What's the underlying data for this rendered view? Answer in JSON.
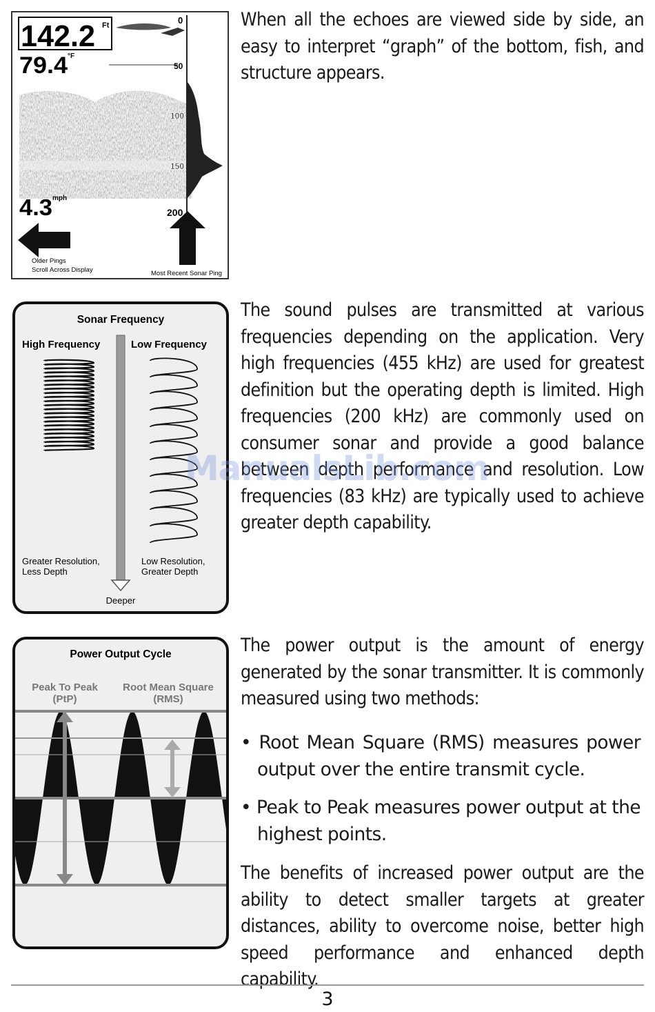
{
  "figure1": {
    "depth_reading": "142.2",
    "depth_unit": "Ft",
    "temperature_reading": "79.4",
    "temperature_unit": "°F",
    "speed_reading": "4.3",
    "speed_unit": "mph",
    "scale_labels": [
      "0",
      "50",
      "100",
      "150",
      "200"
    ],
    "left_caption_line1": "Older Pings",
    "left_caption_line2": "Scroll Across Display",
    "right_caption": "Most Recent Sonar Ping"
  },
  "figure2": {
    "title": "Sonar Frequency",
    "left_heading": "High Frequency",
    "right_heading": "Low Frequency",
    "left_caption_line1": "Greater Resolution,",
    "left_caption_line2": "Less Depth",
    "right_caption_line1": "Low Resolution,",
    "right_caption_line2": "Greater Depth",
    "bottom_label": "Deeper"
  },
  "figure3": {
    "title": "Power Output Cycle",
    "left_heading_line1": "Peak To Peak",
    "left_heading_line2": "(PtP)",
    "right_heading_line1": "Root Mean Square",
    "right_heading_line2": "(RMS)"
  },
  "text": {
    "para1": "When all the echoes are viewed side by side, an easy to interpret “graph” of the bottom, fish, and structure appears.",
    "para2": "The sound pulses are transmitted at various frequencies depending on the application. Very high frequencies (455 kHz) are used for greatest definition but the operating depth is limited. High frequencies (200 kHz) are commonly used on consumer sonar and provide a good balance between depth performance and resolution. Low frequencies (83 kHz) are typically used to achieve greater depth capability.",
    "para3": "The power output is the amount of energy generated by the sonar transmitter. It is commonly measured using two methods:",
    "bullet1": "• Root Mean Square (RMS) measures power output over the entire transmit cycle.",
    "bullet2": "• Peak to Peak measures power output at the highest points.",
    "para4": "The benefits of increased power output are the ability to detect smaller targets at greater distances, ability to overcome noise, better high speed performance and enhanced depth capability."
  },
  "watermark": "ManualsLib.com",
  "page_number": "3"
}
